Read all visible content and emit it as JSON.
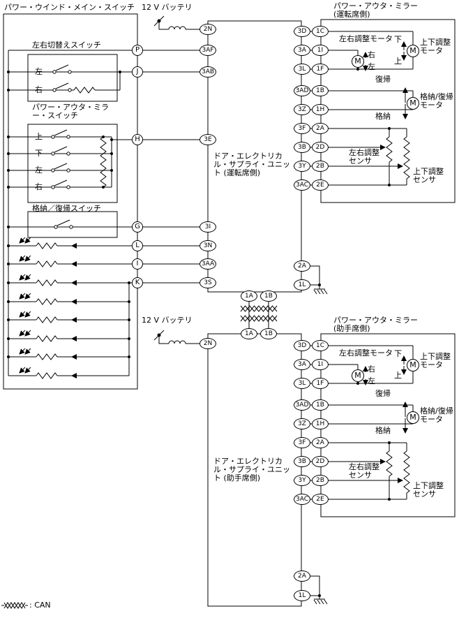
{
  "battery": {
    "label": "12 V バッテリ"
  },
  "legend": {
    "can_label": ": CAN"
  },
  "motor_letter": "M",
  "main_switch": {
    "title": "パワー・ウインド・メイン・スイッチ",
    "connectors": {
      "p": "P",
      "j": "J",
      "h": "H",
      "g": "G",
      "l": "L",
      "i": "I",
      "k": "K"
    },
    "changeover": {
      "title": "左右切替えスイッチ",
      "left": "左",
      "right": "右"
    },
    "mirror_sw": {
      "title": "パワー・アウタ・ミラー・スイッチ",
      "up": "上",
      "down": "下",
      "left": "左",
      "right": "右"
    },
    "retract_sw": {
      "title": "格納／復帰スイッチ"
    }
  },
  "deu_driver": {
    "title": "ドア・エレクトリカル・サプライ・ユニット (運転席側)",
    "left": [
      "2N",
      "3AF",
      "3AB",
      "3E",
      "3I",
      "3N",
      "3AA",
      "3S"
    ],
    "right": [
      "3D",
      "3A",
      "3L",
      "3AD",
      "3Z",
      "3F",
      "3B",
      "3Y",
      "3AC"
    ],
    "bottom_right": [
      "2A",
      "1L"
    ],
    "bottom": [
      "1A",
      "1B"
    ]
  },
  "deu_passenger": {
    "title": "ドア・エレクトリカル・サプライ・ユニット (助手席側)",
    "left": [
      "2N"
    ],
    "right": [
      "3D",
      "3A",
      "3L",
      "3AD",
      "3Z",
      "3F",
      "3B",
      "3Y",
      "3AC"
    ],
    "top": [
      "1A",
      "1B"
    ],
    "bottom_right": [
      "2A",
      "1L"
    ]
  },
  "mirror_driver": {
    "title": "パワー・アウタ・ミラー",
    "subtitle": "(運転席側)",
    "left": [
      "1C",
      "1I",
      "1F",
      "1B",
      "1H",
      "2A",
      "2D",
      "2B",
      "2E"
    ]
  },
  "mirror_passenger": {
    "title": "パワー・アウタ・ミラー",
    "subtitle": "(助手席側)",
    "left": [
      "1C",
      "1I",
      "1F",
      "1B",
      "1H",
      "2A",
      "2D",
      "2B",
      "2E"
    ]
  },
  "mirror_labels": {
    "lr_motor": "左右調整モータ",
    "right": "右",
    "left": "左",
    "down": "下",
    "up": "上",
    "ud_motor": "上下調整モータ",
    "return": "復帰",
    "retract_motor": "格納/復帰モータ",
    "retract": "格納",
    "lr_sensor": "左右調整センサ",
    "ud_sensor": "上下調整センサ"
  }
}
